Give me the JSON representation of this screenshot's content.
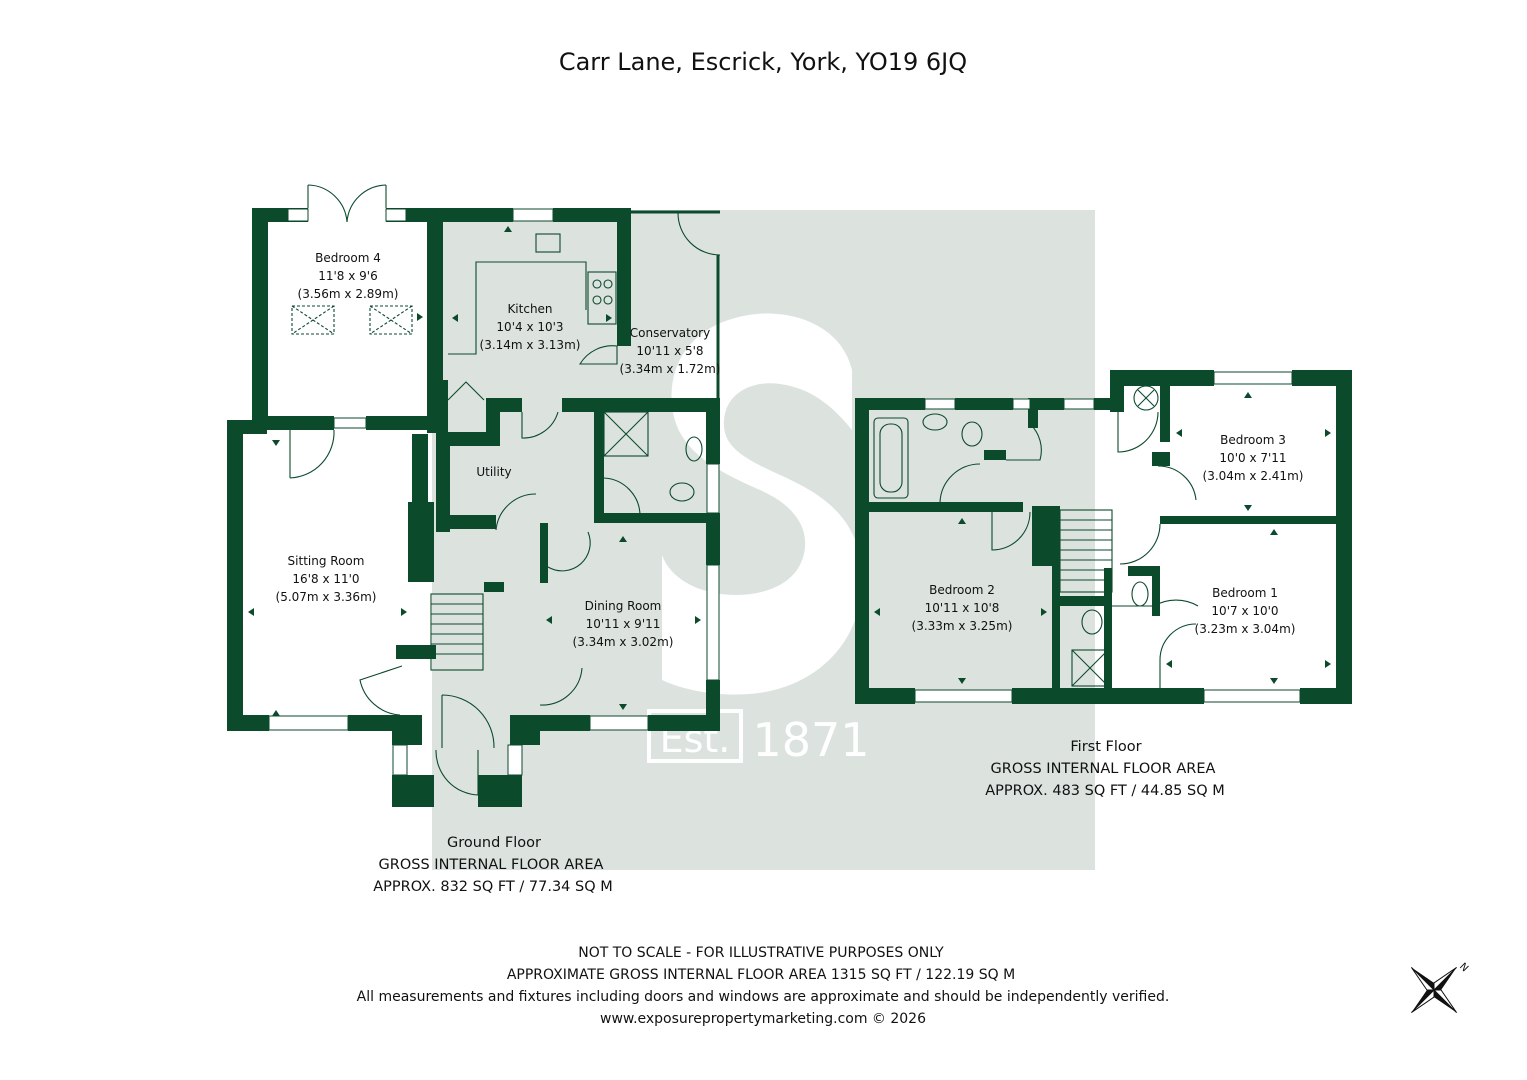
{
  "title": "Carr Lane, Escrick, York, YO19 6JQ",
  "watermark": {
    "letter": "S",
    "est_label": "Est.",
    "year": "1871"
  },
  "ground_floor": {
    "label": "Ground Floor",
    "area_title": "GROSS INTERNAL FLOOR AREA",
    "area_value": "APPROX. 832 SQ FT / 77.34 SQ M",
    "rooms": [
      {
        "name": "Bedroom 4",
        "imperial": "11'8 x 9'6",
        "metric": "(3.56m x 2.89m)"
      },
      {
        "name": "Kitchen",
        "imperial": "10'4 x 10'3",
        "metric": "(3.14m x 3.13m)"
      },
      {
        "name": "Conservatory",
        "imperial": "10'11 x 5'8",
        "metric": "(3.34m x 1.72m)"
      },
      {
        "name": "Utility",
        "imperial": "",
        "metric": ""
      },
      {
        "name": "Sitting Room",
        "imperial": "16'8 x 11'0",
        "metric": "(5.07m x 3.36m)"
      },
      {
        "name": "Dining Room",
        "imperial": "10'11 x 9'11",
        "metric": "(3.34m x 3.02m)"
      }
    ]
  },
  "first_floor": {
    "label": "First Floor",
    "area_title": "GROSS INTERNAL FLOOR AREA",
    "area_value": "APPROX. 483 SQ FT / 44.85 SQ M",
    "rooms": [
      {
        "name": "Bedroom 3",
        "imperial": "10'0 x 7'11",
        "metric": "(3.04m x 2.41m)"
      },
      {
        "name": "Bedroom 2",
        "imperial": "10'11 x 10'8",
        "metric": "(3.33m x 3.25m)"
      },
      {
        "name": "Bedroom 1",
        "imperial": "10'7 x 10'0",
        "metric": "(3.23m x 3.04m)"
      }
    ]
  },
  "footer": {
    "line1": "NOT TO SCALE - FOR ILLUSTRATIVE PURPOSES ONLY",
    "line2": "APPROXIMATE GROSS INTERNAL FLOOR AREA 1315 SQ FT / 122.19 SQ M",
    "line3": "All measurements and fixtures including doors and windows are approximate and should be independently verified.",
    "line4": "www.exposurepropertymarketing.com © 2026"
  },
  "compass": {
    "north_label": "N",
    "icon": "compass-rose-icon"
  },
  "colors": {
    "wall": "#0c4a2c",
    "watermark_bg": "#dce3df",
    "text": "#111111"
  }
}
